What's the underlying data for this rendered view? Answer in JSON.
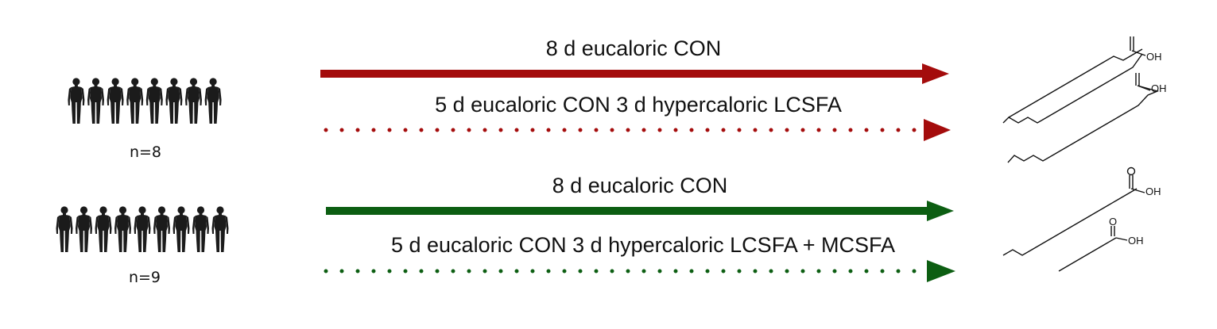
{
  "groups": [
    {
      "n_label": "n=8",
      "person_count": 8
    },
    {
      "n_label": "n=9",
      "person_count": 9
    }
  ],
  "arrows": {
    "g1_solid": "8 d eucaloric CON",
    "g1_dotted": "5 d eucaloric CON  3 d hypercaloric LCSFA",
    "g2_solid": "8 d eucaloric CON",
    "g2_dotted": "5 d eucaloric CON  3 d hypercaloric LCSFA + MCSFA"
  },
  "chem_labels": {
    "oh": "OH",
    "o": "O"
  },
  "colors": {
    "group1": "#a40c0c",
    "group2": "#0c5e12",
    "silhouette": "#1b1b1b"
  }
}
